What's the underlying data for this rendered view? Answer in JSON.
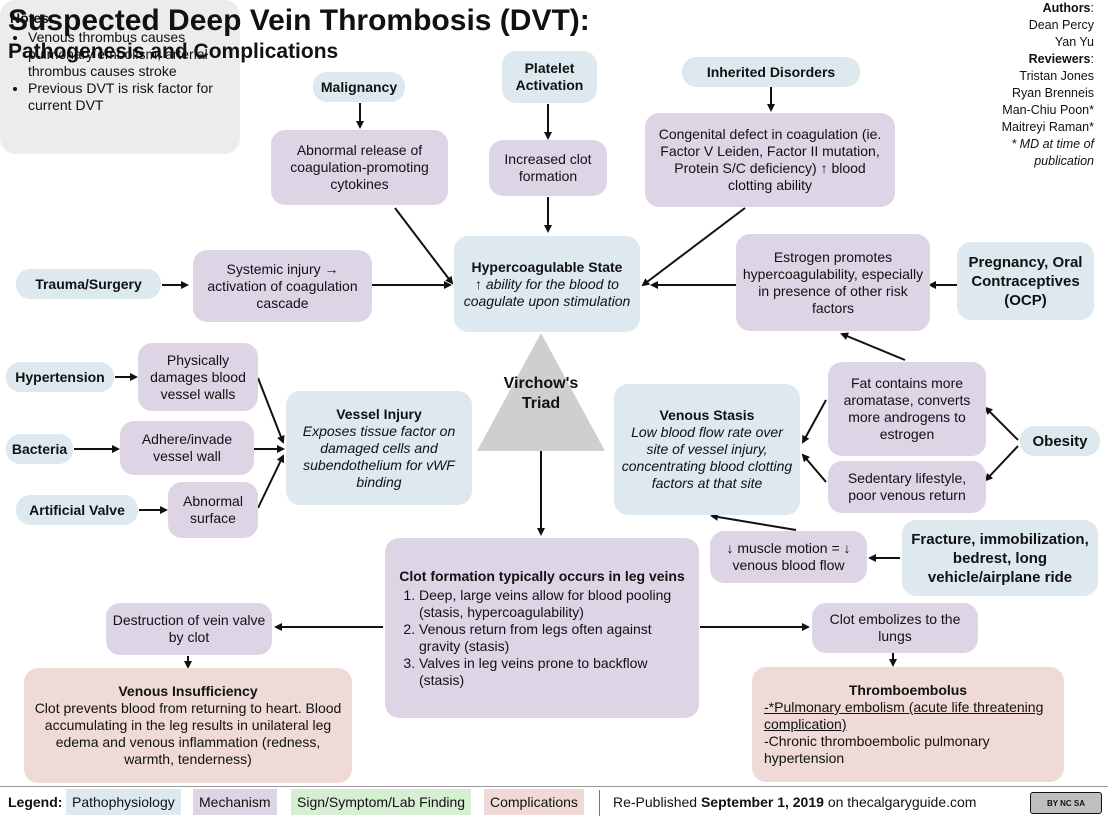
{
  "title": "Suspected Deep Vein Thrombosis (DVT):",
  "subtitle": "Pathogenesis and Complications",
  "credits": {
    "authors_label": "Authors",
    "authors": [
      "Dean Percy",
      "Yan Yu"
    ],
    "reviewers_label": "Reviewers",
    "reviewers": [
      "Tristan Jones",
      "Ryan Brenneis",
      "Man-Chiu Poon*",
      "Maitreyi Raman*"
    ],
    "note": "* MD at time of publication"
  },
  "notes": {
    "heading": "Notes:",
    "items": [
      "Venous thrombus causes pulmonary embolism, arterial thrombus causes stroke",
      "Previous DVT is risk factor for current DVT"
    ]
  },
  "nodes": {
    "malignancy": "Malignancy",
    "abnormal_release": "Abnormal release of coagulation-promoting cytokines",
    "platelet_activation": "Platelet Activation",
    "increased_clot": "Increased clot formation",
    "inherited_disorders": "Inherited Disorders",
    "congenital_defect": "Congenital defect in coagulation (ie. Factor V Leiden, Factor II mutation, Protein S/C deficiency) ↑ blood clotting ability",
    "trauma_surgery": "Trauma/Surgery",
    "systemic_injury": "Systemic injury → activation of coagulation cascade",
    "hypercoag_title": "Hypercoagulable State",
    "hypercoag_desc": "↑ ability for the blood to coagulate upon stimulation",
    "estrogen": "Estrogen promotes hypercoagulability, especially in presence of other risk factors",
    "pregnancy": "Pregnancy, Oral Contraceptives (OCP)",
    "hypertension": "Hypertension",
    "physically_damages": "Physically damages blood vessel walls",
    "bacteria": "Bacteria",
    "adhere_invade": "Adhere/invade vessel wall",
    "artificial_valve": "Artificial Valve",
    "abnormal_surface": "Abnormal surface",
    "vessel_injury_title": "Vessel Injury",
    "vessel_injury_desc": "Exposes tissue factor on damaged cells and subendothelium for vWF binding",
    "virchow": "Virchow's Triad",
    "venous_stasis_title": "Venous Stasis",
    "venous_stasis_desc": "Low blood flow rate over site of vessel injury, concentrating blood clotting factors at that site",
    "fat_contains": "Fat contains more aromatase, converts more androgens to estrogen",
    "obesity": "Obesity",
    "sedentary": "Sedentary lifestyle, poor venous return",
    "fracture": "Fracture, immobilization, bedrest, long vehicle/airplane ride",
    "muscle_motion": "↓ muscle motion = ↓ venous blood flow",
    "clot_title": "Clot formation typically occurs in leg veins",
    "clot_items": [
      "Deep, large veins allow for blood pooling (stasis, hypercoagulability)",
      "Venous return from legs often against gravity (stasis)",
      "Valves in leg veins prone to backflow (stasis)"
    ],
    "destruction": "Destruction of vein valve by clot",
    "venous_insuff_title": "Venous Insufficiency",
    "venous_insuff_desc": "Clot prevents blood from returning to heart. Blood accumulating in the leg results in unilateral leg edema and venous inflammation (redness, warmth, tenderness)",
    "clot_embolizes": "Clot embolizes to the lungs",
    "thrombo_title": "Thromboembolus",
    "thrombo_item1": "-*Pulmonary embolism (acute life threatening complication)",
    "thrombo_item2": "-Chronic thromboembolic pulmonary hypertension"
  },
  "legend": {
    "label": "Legend:",
    "pathophysiology": "Pathophysiology",
    "mechanism": "Mechanism",
    "sign": "Sign/Symptom/Lab Finding",
    "complications": "Complications",
    "republished_prefix": "Re-Published",
    "republished_date": "September 1, 2019",
    "republished_suffix": "on thecalgaryguide.com",
    "license": "BY NC SA"
  },
  "colors": {
    "pathophysiology": "#dde9ef",
    "mechanism": "#ddd5e6",
    "sign": "#d6efd2",
    "complications": "#efdad8",
    "notes": "#ececec"
  }
}
